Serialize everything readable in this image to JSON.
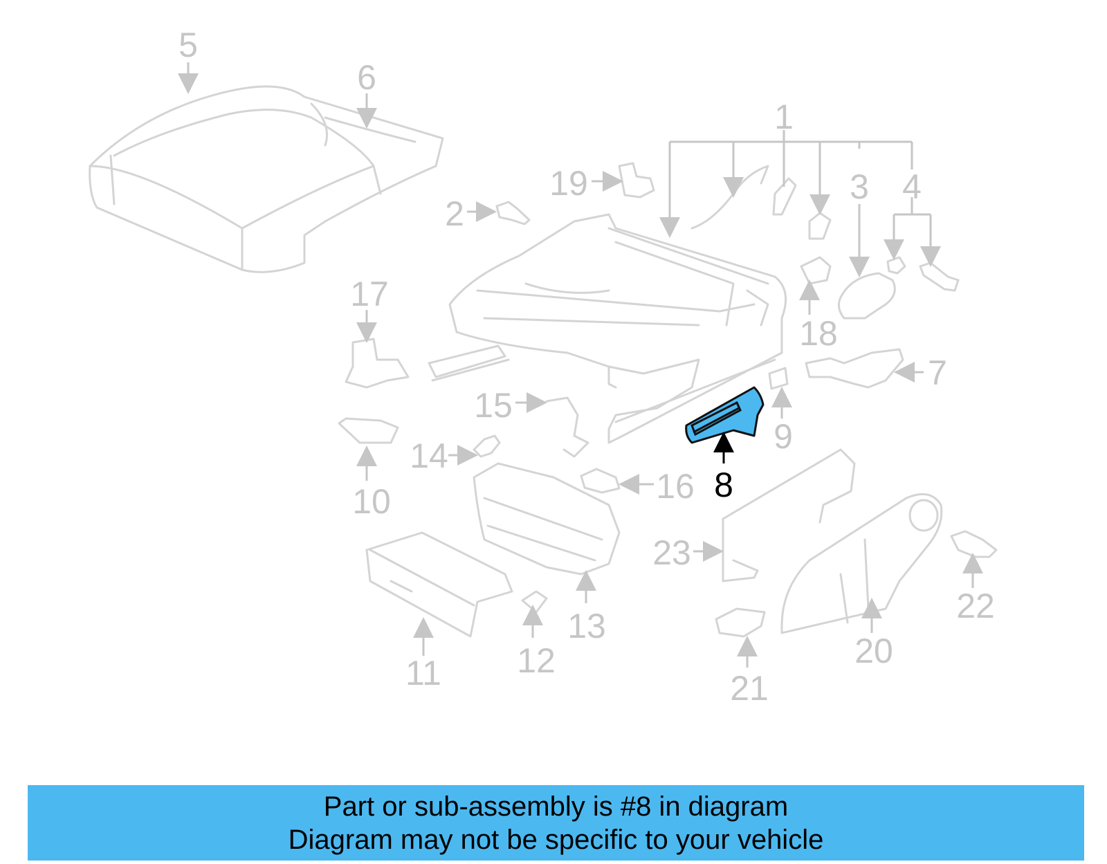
{
  "diagram": {
    "highlight_color": "#4cb8f0",
    "highlighted_part": "8",
    "callouts": [
      "1",
      "2",
      "3",
      "4",
      "5",
      "6",
      "7",
      "8",
      "9",
      "10",
      "11",
      "12",
      "13",
      "14",
      "15",
      "16",
      "17",
      "18",
      "19",
      "20",
      "21",
      "22",
      "23"
    ]
  },
  "banner": {
    "line1": "Part or sub-assembly is #8 in diagram",
    "line2": "Diagram may not be specific to your vehicle",
    "color": "#4cb8f0"
  }
}
